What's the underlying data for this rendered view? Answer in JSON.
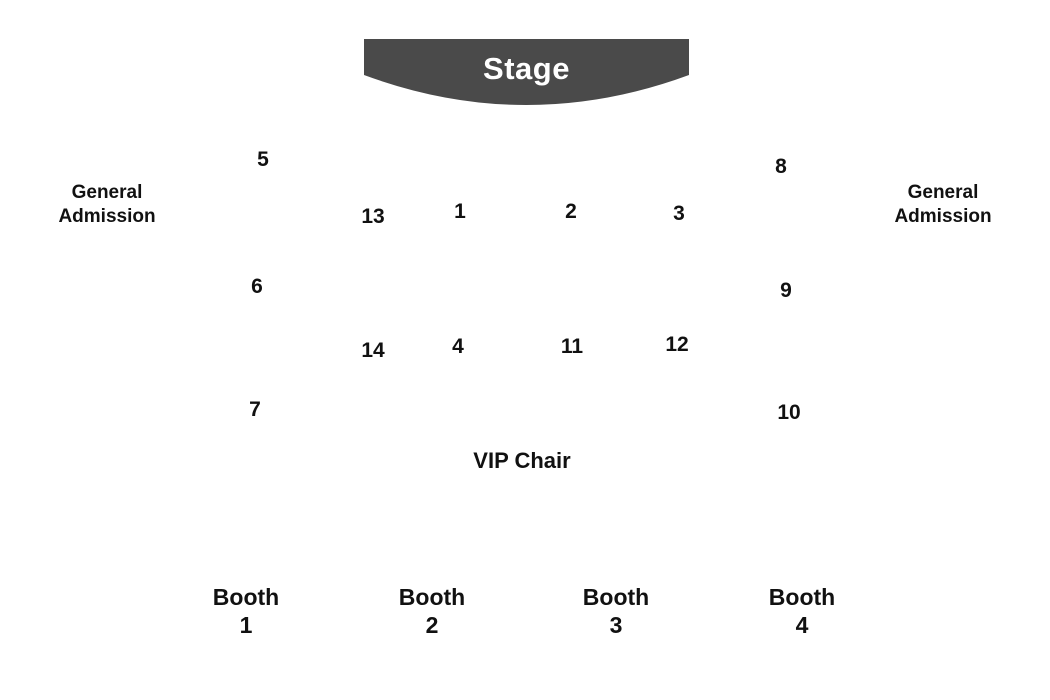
{
  "stage": {
    "label": "Stage",
    "fill": "#4a4a4a"
  },
  "general_admission": {
    "left": {
      "line1": "General",
      "line2": "Admission"
    },
    "right": {
      "line1": "General",
      "line2": "Admission"
    }
  },
  "tables": {
    "t1": "1",
    "t2": "2",
    "t3": "3",
    "t4": "4",
    "t5": "5",
    "t6": "6",
    "t7": "7",
    "t8": "8",
    "t9": "9",
    "t10": "10",
    "t11": "11",
    "t12": "12",
    "t13": "13",
    "t14": "14"
  },
  "vip": {
    "label": "VIP Chair"
  },
  "booths": [
    {
      "line1": "Booth",
      "line2": "1"
    },
    {
      "line1": "Booth",
      "line2": "2"
    },
    {
      "line1": "Booth",
      "line2": "3"
    },
    {
      "line1": "Booth",
      "line2": "4"
    }
  ]
}
